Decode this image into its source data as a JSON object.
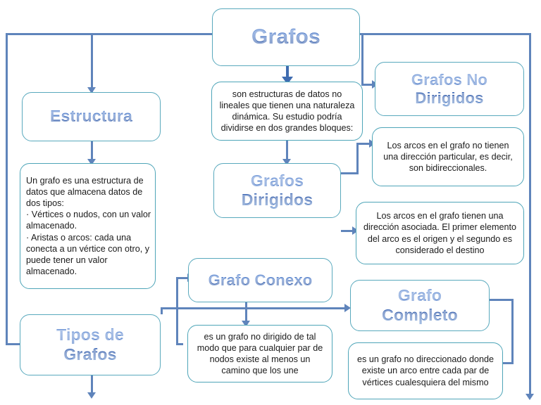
{
  "diagram": {
    "title": "Grafos",
    "theme": {
      "heading_color": "#3566bd",
      "box_border": "#4ea5b8",
      "connector": "#5f84bb",
      "background": "#ffffff"
    },
    "nodes": {
      "grafos": {
        "label": "Grafos",
        "kind": "heading"
      },
      "grafos_desc": {
        "label": "son estructuras de datos no lineales que tienen una naturaleza dinámica. Su estudio podría dividirse en dos grandes bloques:",
        "kind": "body"
      },
      "estructura": {
        "label": "Estructura",
        "kind": "heading"
      },
      "estructura_desc": {
        "label": "Un grafo es una estructura de datos que almacena datos de dos tipos:\n· Vértices o nudos, con un valor almacenado.\n· Aristas o arcos: cada una conecta a un vértice con otro, y puede tener un valor almacenado.",
        "kind": "body"
      },
      "grafos_no_dirigidos": {
        "label": "Grafos No\nDirigidos",
        "kind": "heading"
      },
      "grafos_no_dirigidos_desc": {
        "label": "Los arcos en el grafo no tienen una dirección particular, es decir, son bidireccionales.",
        "kind": "body"
      },
      "grafos_dirigidos": {
        "label": "Grafos\nDirigidos",
        "kind": "heading"
      },
      "grafos_dirigidos_desc": {
        "label": "Los arcos en el grafo tienen una dirección asociada. El primer elemento del arco es el origen y el segundo es considerado el destino",
        "kind": "body"
      },
      "tipos_de_grafos": {
        "label": "Tipos de\nGrafos",
        "kind": "heading"
      },
      "grafo_conexo": {
        "label": "Grafo Conexo",
        "kind": "heading"
      },
      "grafo_conexo_desc": {
        "label": "es un grafo no dirigido de tal modo que para cualquier par de nodos existe al menos un camino que los une",
        "kind": "body"
      },
      "grafo_completo": {
        "label": "Grafo\nCompleto",
        "kind": "heading"
      },
      "grafo_completo_desc": {
        "label": "es un grafo no direccionado donde existe un arco entre cada par de vértices cualesquiera del mismo",
        "kind": "body"
      }
    }
  }
}
